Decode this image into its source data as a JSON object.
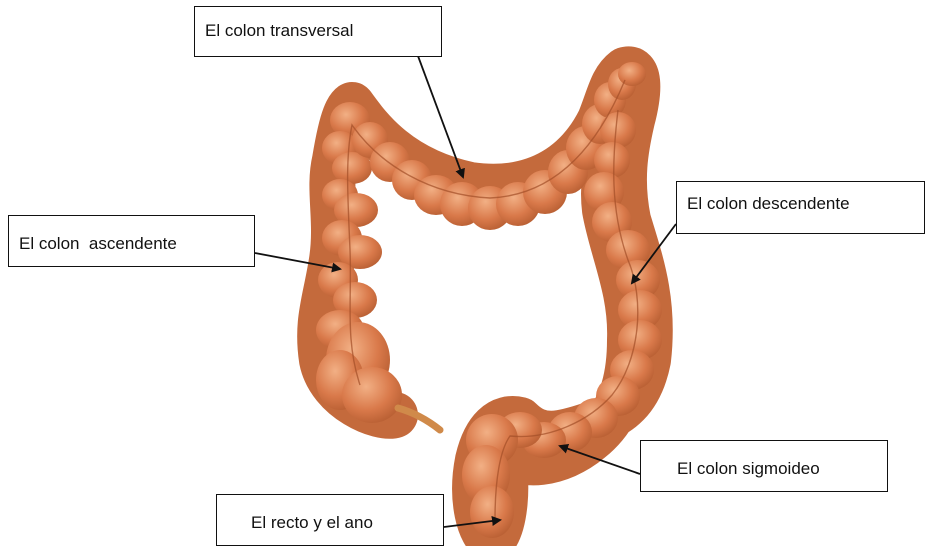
{
  "labels": {
    "transversal": "El colon transversal",
    "ascendente": "El colon  ascendente",
    "descendente": "El colon descendente",
    "sigmoideo": "El colon sigmoideo",
    "recto": "El recto y el ano"
  },
  "colors": {
    "colon_fill": "#d9794a",
    "colon_light": "#eda57a",
    "colon_dark": "#a8542c",
    "outline": "#111111"
  }
}
